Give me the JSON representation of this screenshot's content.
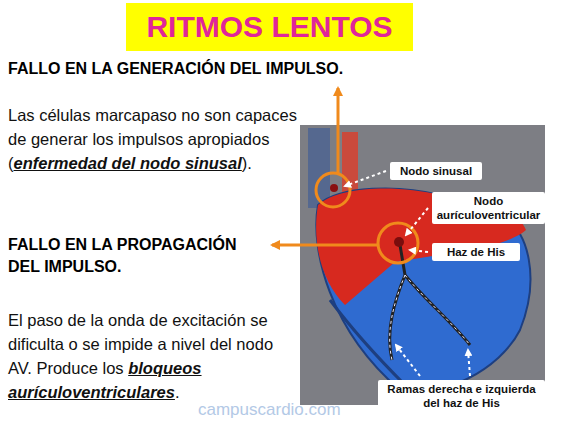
{
  "diagram": {
    "title": "RITMOS LENTOS",
    "nodes": [
      {
        "text": [
          "Nodo sinusal"
        ]
      },
      {
        "text": [
          "Nodo aurículoventricular"
        ]
      },
      {
        "text": [
          "Haz de His"
        ]
      },
      {
        "text": [
          "Ramas derecha e izquierda del haz de His"
        ]
      }
    ],
    "labels": [
      "FALLO EN LA GENERACIÓN DEL IMPULSO.",
      "Las células marcapaso no son capaces de generar los impulsos apropiados (",
      "enfermedad del nodo sinusal",
      ").",
      "FALLO EN LA PROPAGACIÓN DEL IMPULSO.",
      "El paso de la onda de excitación se dificulta o se impide a nivel del nodo AV. Produce los",
      "bloqueos aurículoventriculares",
      ".",
      "campuscardio.com"
    ]
  }
}
